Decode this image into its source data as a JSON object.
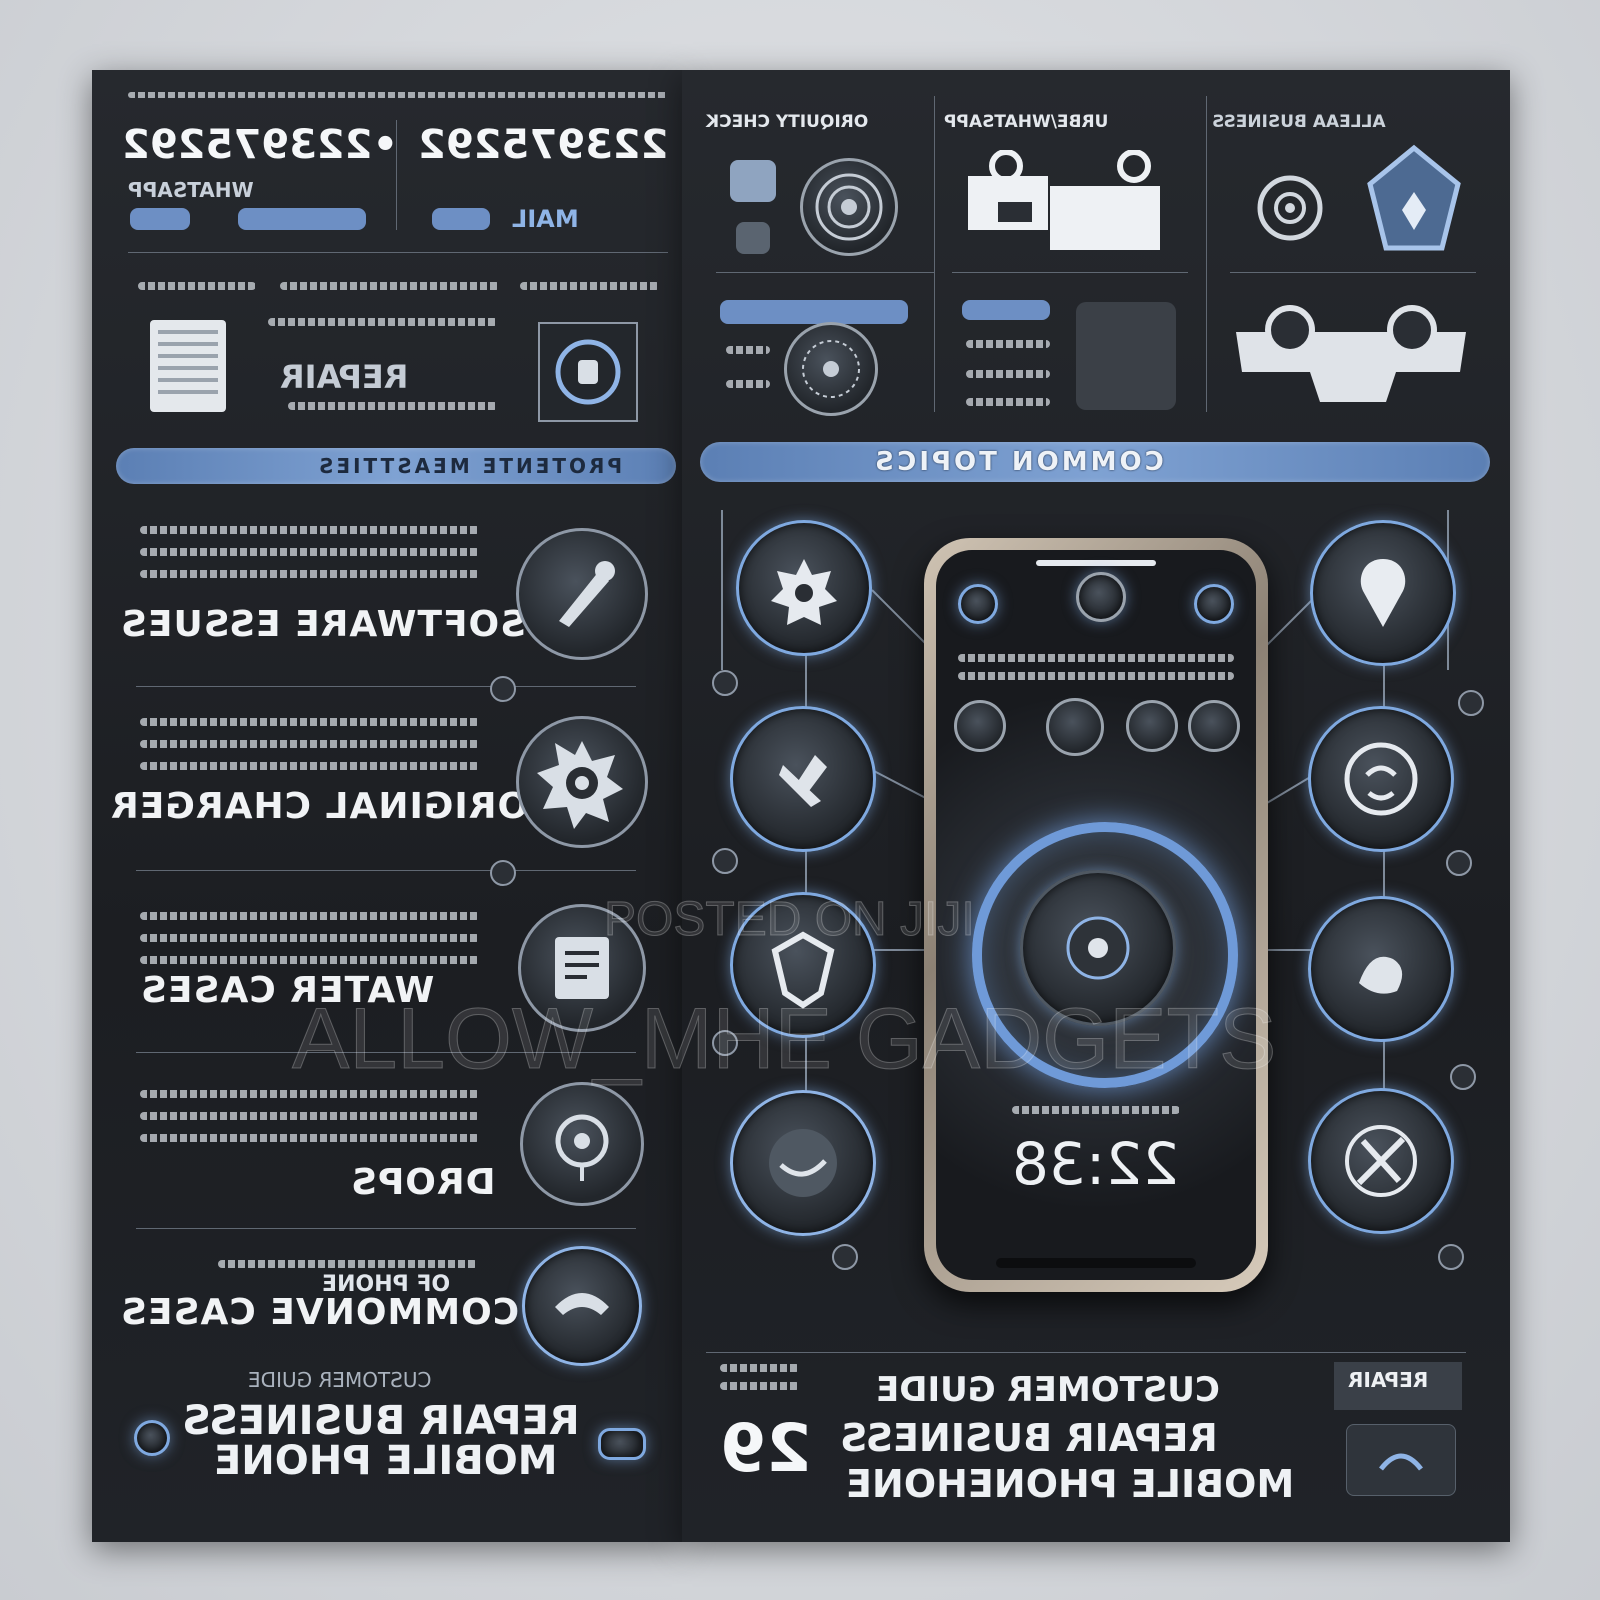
{
  "left": {
    "phone_numbers": [
      "•2239752​92",
      "2239752​92"
    ],
    "whatsapp_label": "WHATSAPP",
    "mail_label": "MAIL",
    "repair_heading": "REPAIR",
    "section_pill": "PROTENTE MEASTTIES",
    "topics": [
      {
        "title": "SOFTWARE ESSUES",
        "icon": "tool-icon"
      },
      {
        "title": "ORIGINAL CHARGER",
        "icon": "gear-icon"
      },
      {
        "title": "WATER CASES",
        "icon": "clipboard-icon"
      },
      {
        "title": "DROPS",
        "icon": "drop-target-icon"
      },
      {
        "title": "COMMONVE CASES",
        "icon": "handset-icon"
      }
    ],
    "topic5_sub": "OF PHONE",
    "footer_sub": "CUSTOMER GUIDE",
    "footer_title_line1": "REPAIR BUSINESS",
    "footer_title_line2": "MOBILE PHONE"
  },
  "right": {
    "headers": [
      "ORIQUITY CHECK",
      "URBE/WHATSAPP",
      "ALLEAA BUSINESS"
    ],
    "section_pill": "COMMON TOPICS",
    "phone_clock": "22:38",
    "footer_number": "29",
    "footer_sub": "CUSTOMER GUIDE",
    "footer_title_line1": "REPAIR BUSINESS",
    "footer_title_line2": "MOBILE PHONEHONE",
    "repair_badge": "REPAIR"
  },
  "watermark": {
    "line1": "POSTED ON JIJI",
    "line2": "ALLOW_MHE GADGETS"
  },
  "colors": {
    "accent": "#7fa9e0",
    "panel": "#22252a",
    "text": "#f1f3f5"
  }
}
